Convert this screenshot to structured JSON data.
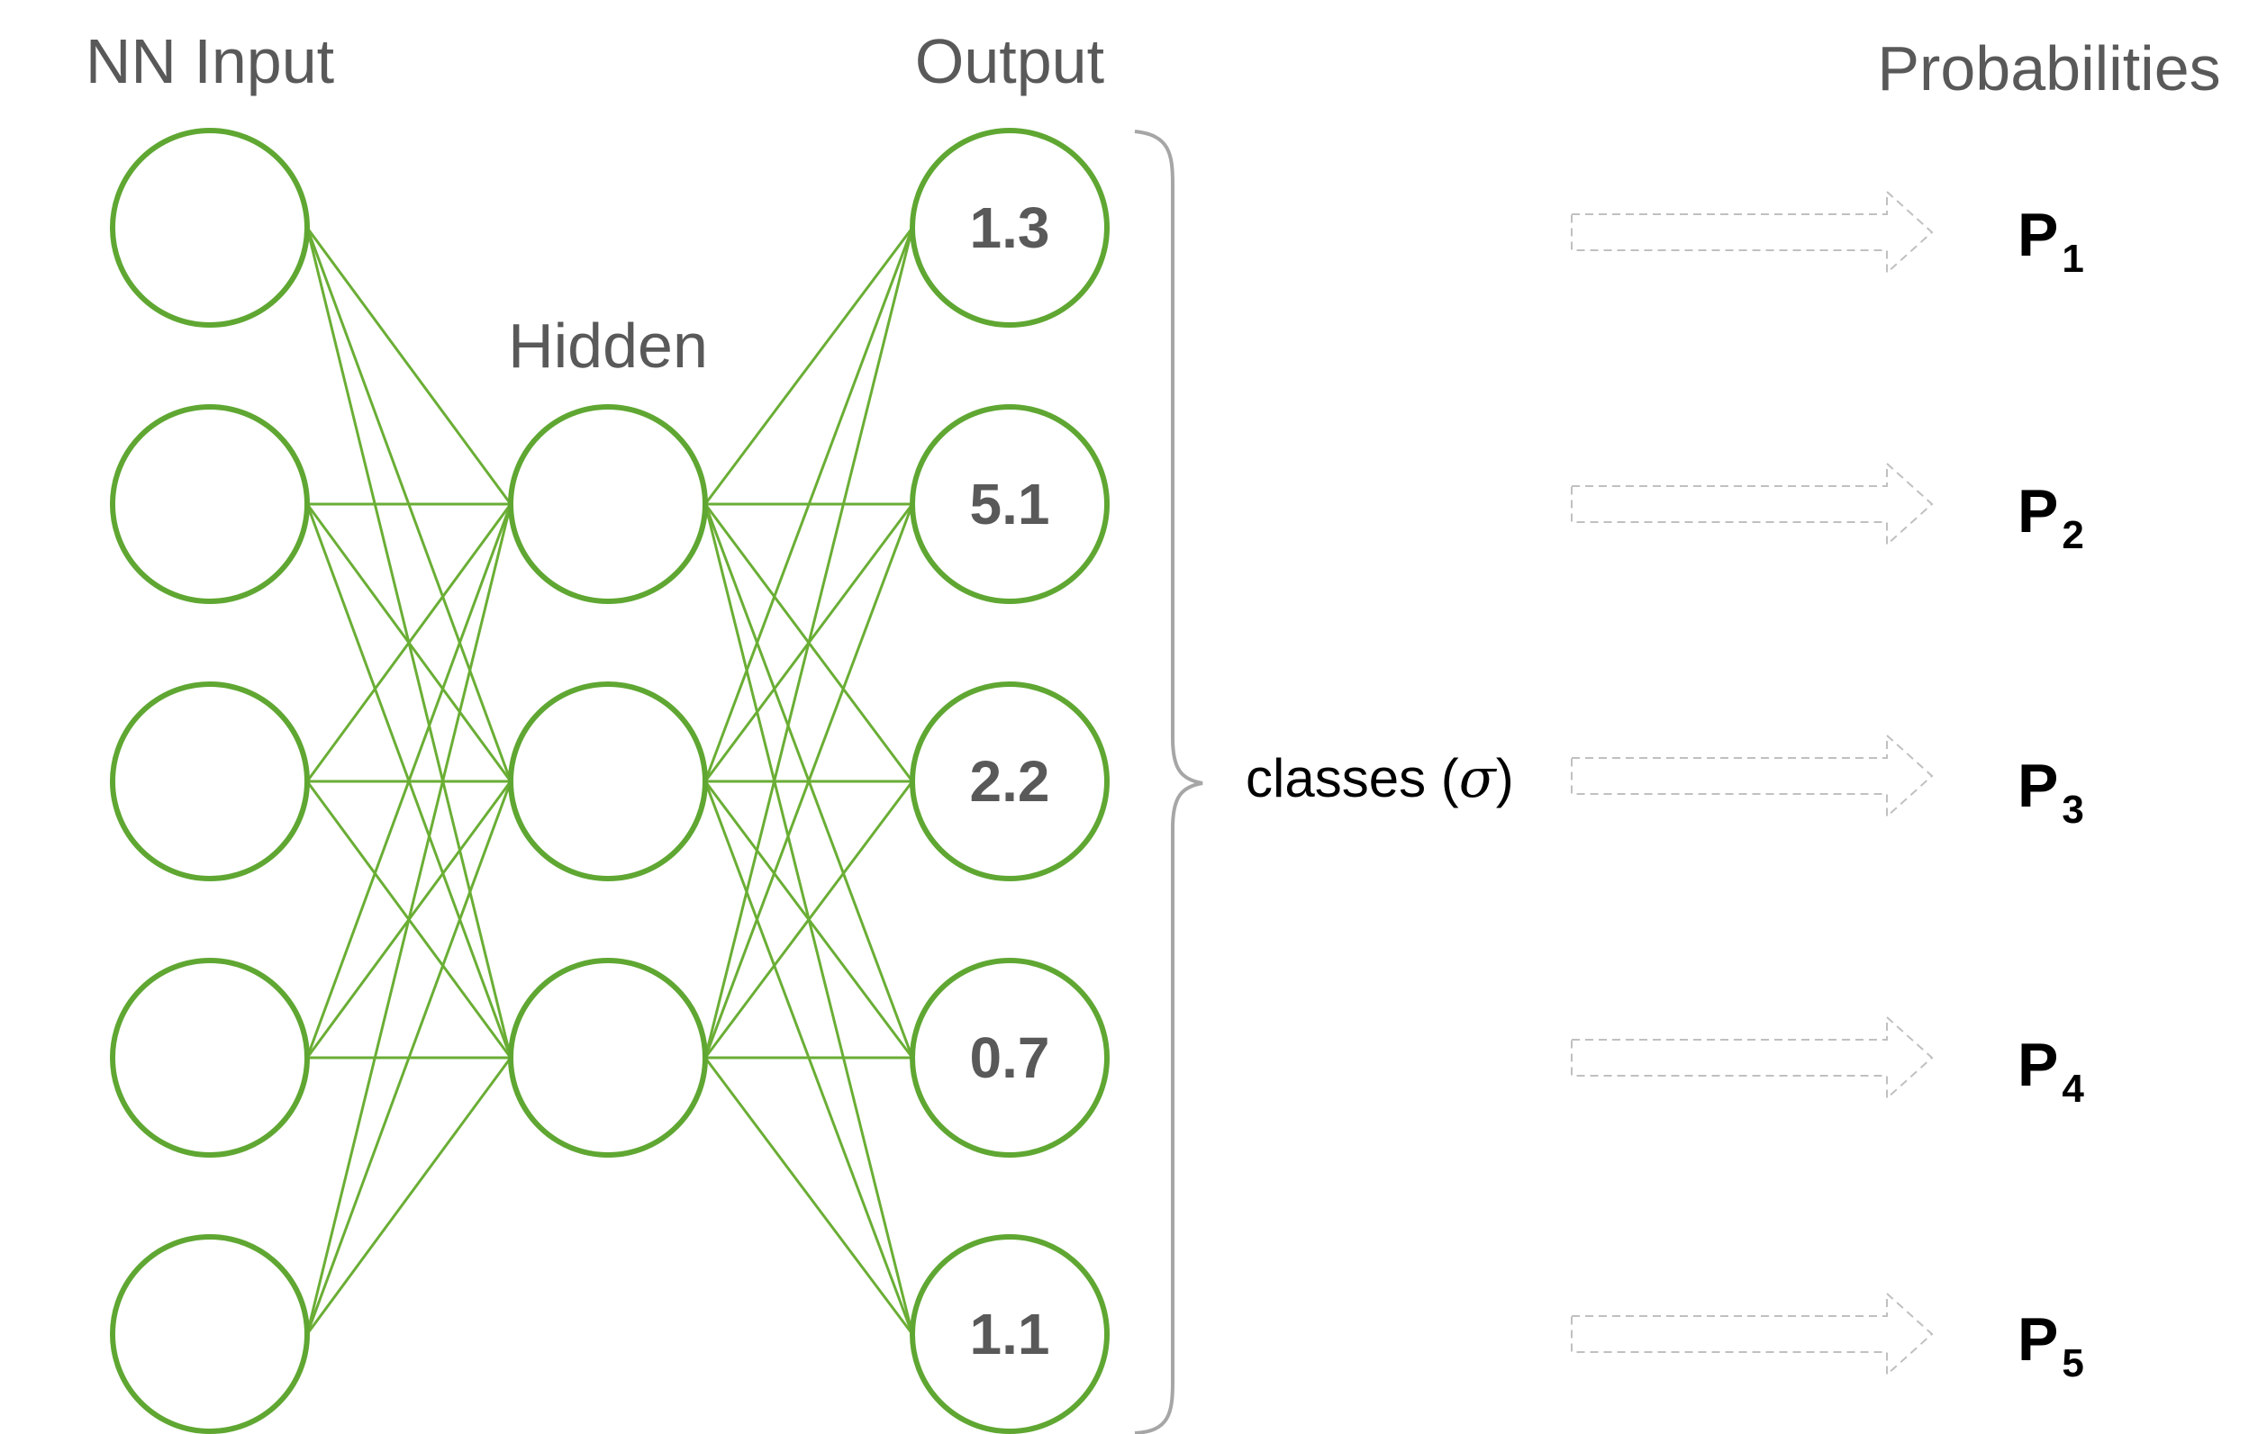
{
  "titles": {
    "input": "NN Input",
    "hidden": "Hidden",
    "output": "Output",
    "probabilities": "Probabilities"
  },
  "output_values": [
    "1.3",
    "5.1",
    "2.2",
    "0.7",
    "1.1"
  ],
  "brace_label": {
    "prefix": "classes (",
    "symbol": "σ",
    "suffix": ")"
  },
  "probabilities": [
    {
      "base": "P",
      "sub": "1"
    },
    {
      "base": "P",
      "sub": "2"
    },
    {
      "base": "P",
      "sub": "3"
    },
    {
      "base": "P",
      "sub": "4"
    },
    {
      "base": "P",
      "sub": "5"
    }
  ],
  "layer_sizes": {
    "input": 5,
    "hidden": 3,
    "output": 5
  },
  "colors": {
    "node_stroke": "#5fa732",
    "edge": "#6aae35",
    "title_text": "#595959",
    "value_text": "#595959",
    "brace": "#a6a6a6",
    "arrow_outline": "#c0c0c0"
  },
  "icons": {
    "connector": "brace-icon",
    "arrow": "arrow-right-icon"
  }
}
